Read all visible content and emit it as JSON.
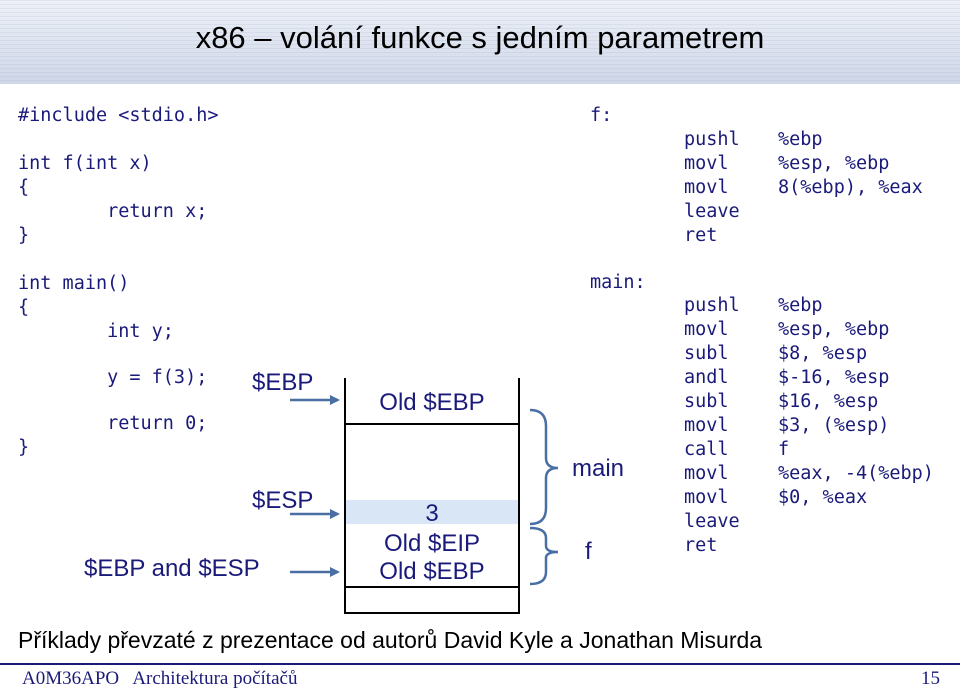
{
  "title": "x86 – volání funkce s jedním parametrem",
  "c_code": {
    "lines": [
      "#include <stdio.h>",
      "",
      "int f(int x)",
      "{",
      "        return x;",
      "}",
      "",
      "int main()",
      "{",
      "        int y;",
      "",
      "        y = f(3);",
      "",
      "        return 0;",
      "}"
    ]
  },
  "asm_f": {
    "label": "f:",
    "ops": [
      "pushl",
      "movl",
      "movl",
      "leave",
      "ret"
    ],
    "args": [
      "%ebp",
      "%esp, %ebp",
      "8(%ebp), %eax",
      "",
      ""
    ]
  },
  "asm_main": {
    "label": "main:",
    "ops": [
      "pushl",
      "movl",
      "subl",
      "andl",
      "subl",
      "movl",
      "call",
      "movl",
      "movl",
      "leave",
      "ret"
    ],
    "args": [
      "%ebp",
      "%esp, %ebp",
      "$8, %esp",
      "$-16, %esp",
      "$16, %esp",
      "$3, (%esp)",
      "f",
      "%eax, -4(%ebp)",
      "$0, %eax",
      "",
      ""
    ]
  },
  "stack": {
    "pointers": {
      "ebp": "$EBP",
      "esp": "$ESP",
      "ebp_and_esp": "$EBP and $ESP"
    },
    "cells": {
      "old_ebp_top": "Old $EBP",
      "arg": "3",
      "old_eip": "Old $EIP",
      "old_ebp_bottom": "Old $EBP"
    },
    "frames": {
      "main": "main",
      "f": "f"
    }
  },
  "credit": "Příklady převzaté z prezentace od autorů David Kyle a Jonathan Misurda",
  "footer": {
    "left": "A0M36APO   Architektura počítačů",
    "page": "15"
  },
  "colors": {
    "text": "#1a1a7a",
    "arrow": "#4a6fa5",
    "highlight": "#d9e6f5"
  }
}
